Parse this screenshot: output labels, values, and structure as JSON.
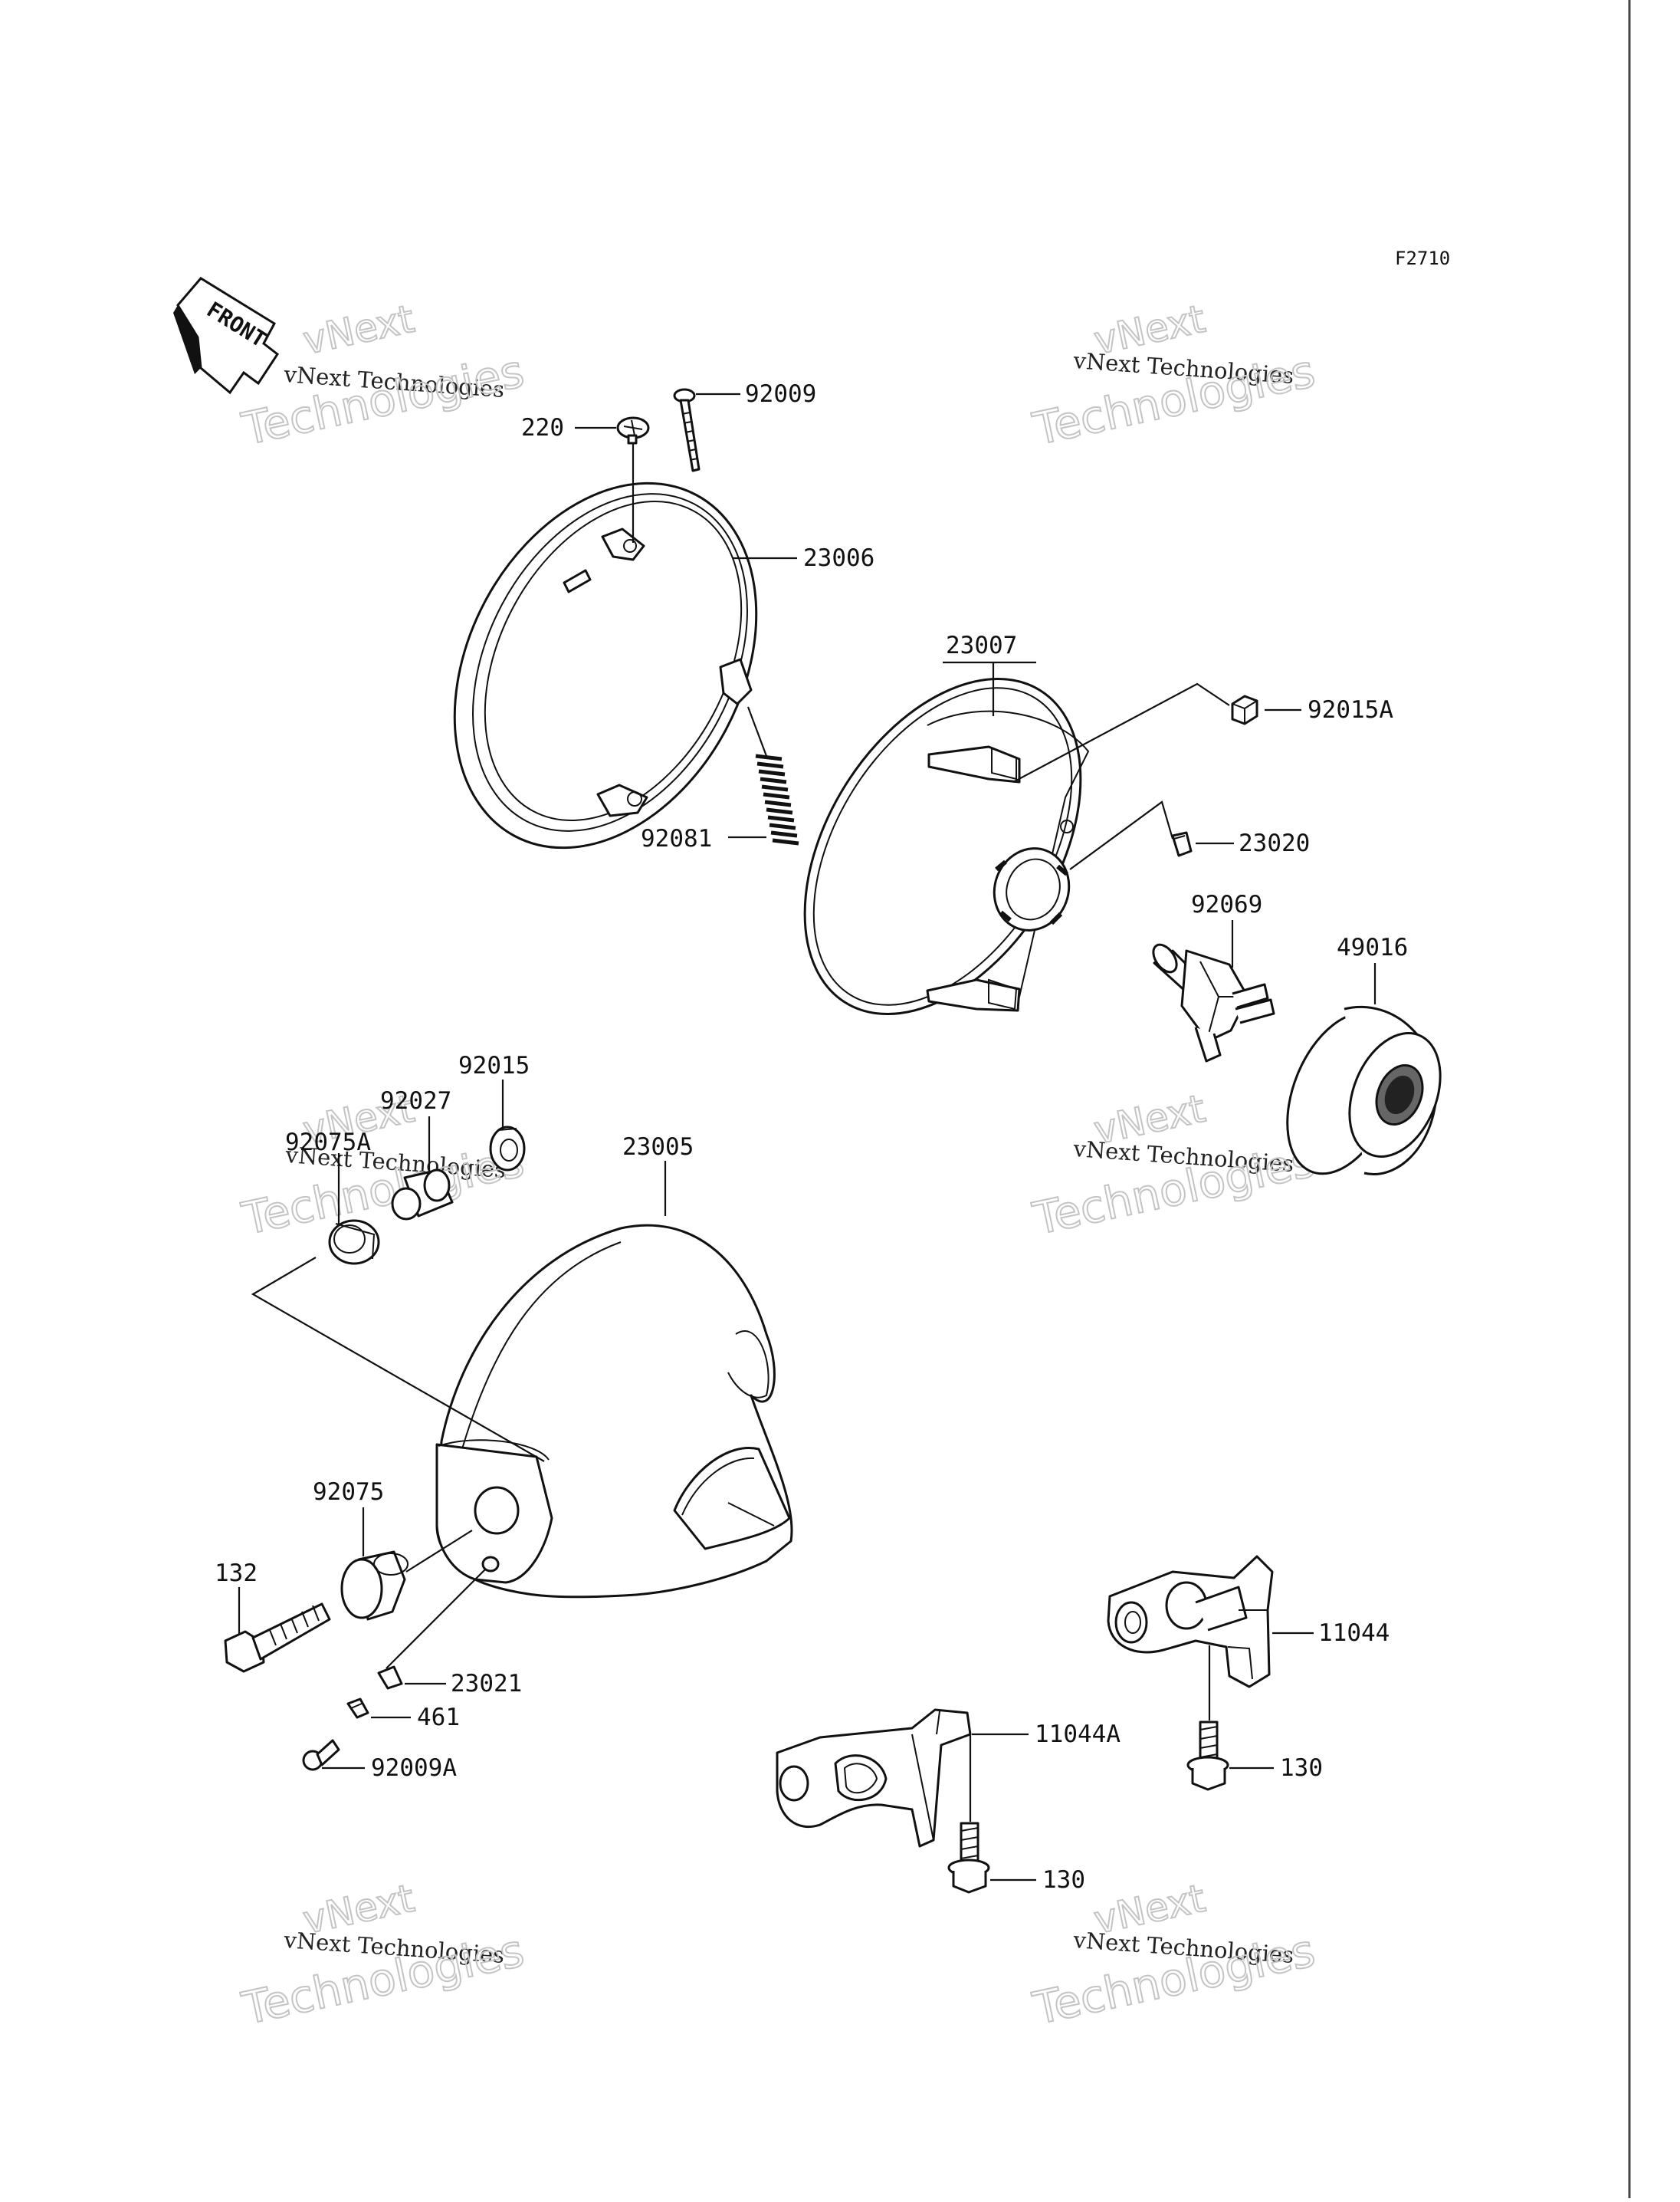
{
  "diagram_code": "F2710",
  "front_label": "FRONT",
  "watermark": {
    "line1": "vNext",
    "line2": "vNext Technologies",
    "line3": "Technologies"
  },
  "labels": {
    "p92009": "92009",
    "p220": "220",
    "p23006": "23006",
    "p23007": "23007",
    "p92015A": "92015A",
    "p92081": "92081",
    "p23020": "23020",
    "p92069": "92069",
    "p49016": "49016",
    "p92015": "92015",
    "p92027": "92027",
    "p92075A": "92075A",
    "p23005": "23005",
    "p92075": "92075",
    "p132": "132",
    "p23021": "23021",
    "p461": "461",
    "p92009A": "92009A",
    "p11044": "11044",
    "p11044A": "11044A",
    "p130a": "130",
    "p130b": "130"
  }
}
